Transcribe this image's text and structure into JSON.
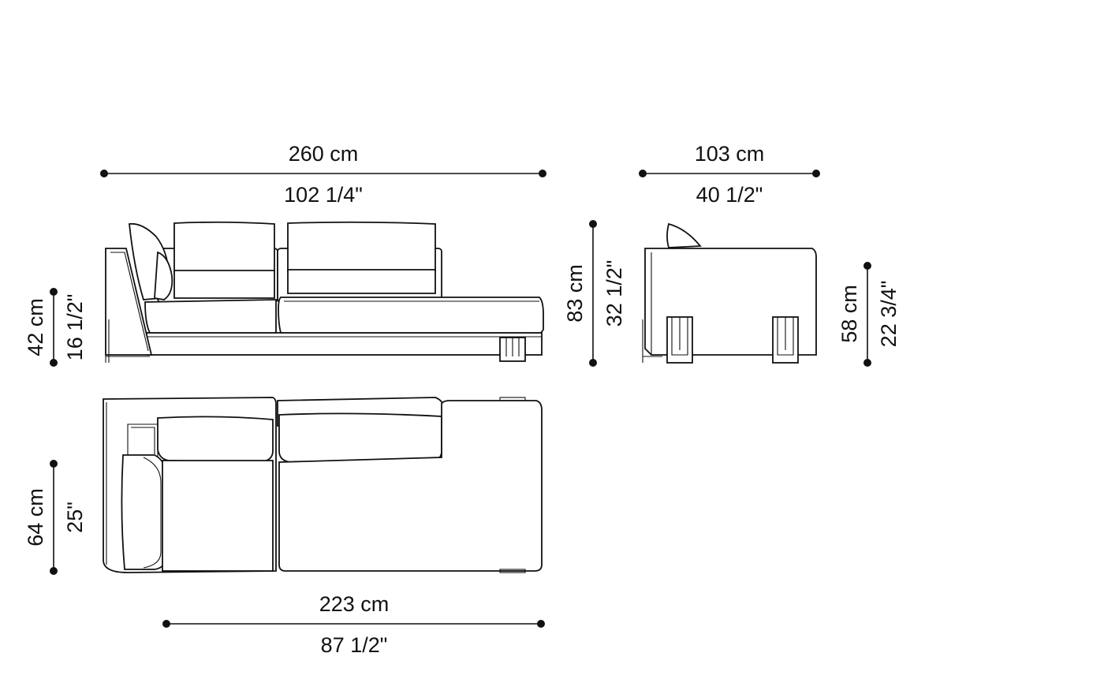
{
  "dimensions": {
    "front_width_cm": "260 cm",
    "front_width_in": "102 1/4\"",
    "side_depth_cm": "103 cm",
    "side_depth_in": "40 1/2\"",
    "seat_height_cm": "42 cm",
    "seat_height_in": "16 1/2\"",
    "total_height_cm": "83 cm",
    "total_height_in": "32 1/2\"",
    "arm_height_cm": "58 cm",
    "arm_height_in": "22 3/4\"",
    "plan_depth_cm": "64 cm",
    "plan_depth_in": "25\"",
    "plan_width_cm": "223 cm",
    "plan_width_in": "87 1/2\""
  }
}
